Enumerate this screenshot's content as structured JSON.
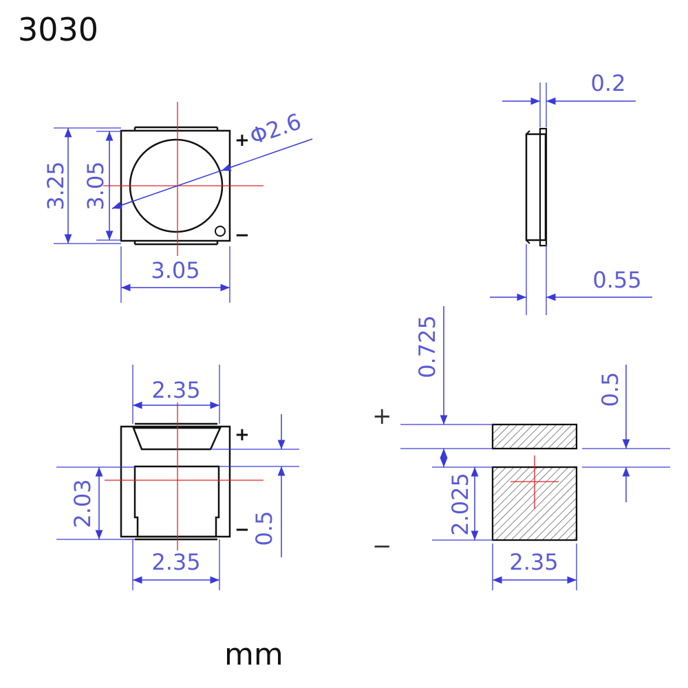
{
  "title": "3030",
  "unit": "mm",
  "colors": {
    "dimension": "#3a3ad8",
    "centerline": "#e02020",
    "outline": "#111111",
    "label": "#5b5bd6"
  },
  "top_view": {
    "height_outer": "3.25",
    "height_inner": "3.05",
    "width": "3.05",
    "diameter": "Φ2.6",
    "plus": "+",
    "minus": "−"
  },
  "side_view": {
    "top_thickness": "0.2",
    "bottom_thickness": "0.55"
  },
  "bottom_view": {
    "top_width": "2.35",
    "bottom_width": "2.35",
    "height": "2.03",
    "gap": "0.5",
    "plus": "+",
    "minus": "−"
  },
  "footprint": {
    "top_gap": "0.725",
    "pad_gap": "0.5",
    "pad_height": "2.025",
    "width": "2.35",
    "plus": "+",
    "minus": "−"
  }
}
